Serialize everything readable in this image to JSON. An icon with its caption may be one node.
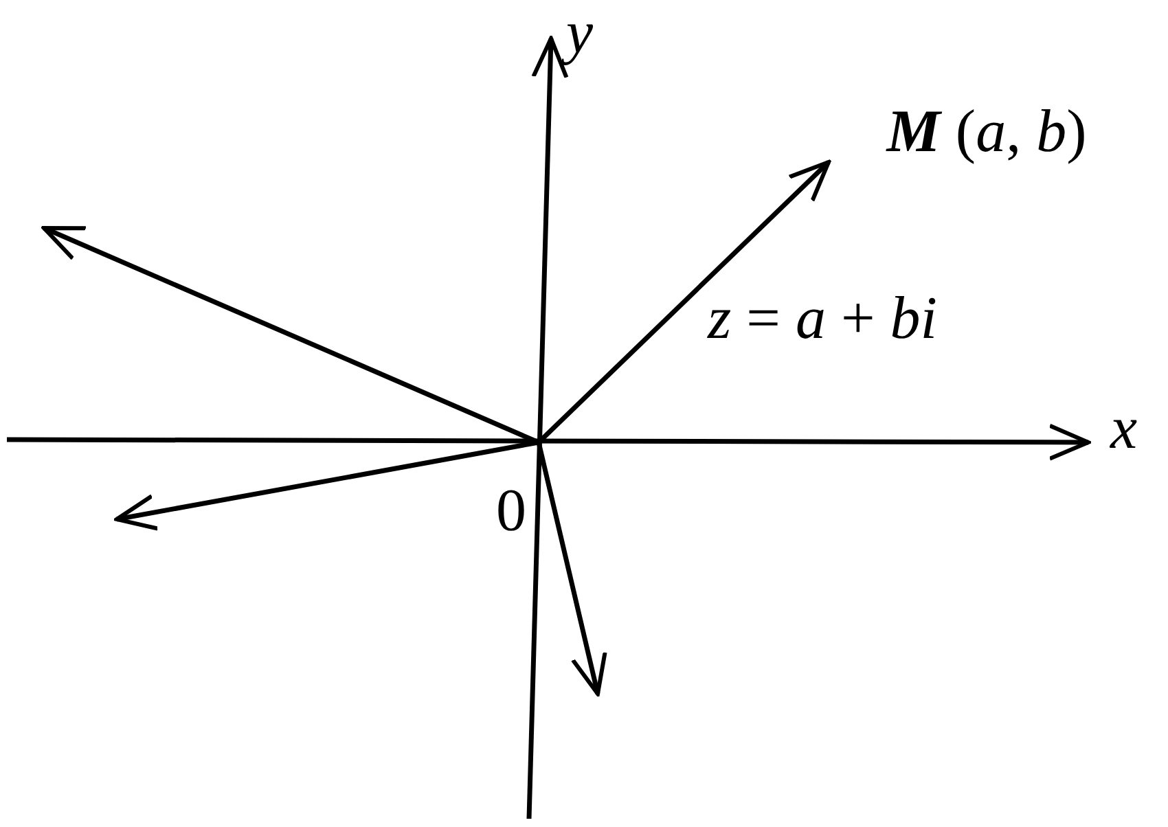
{
  "diagram": {
    "nodes": [
      {
        "text": [
          "0"
        ]
      },
      {
        "text": [
          "**M** (*a*, *b*)"
        ]
      }
    ],
    "edges": [
      {
        "from": 0,
        "to": 1,
        "arrow": "to",
        "label": "*z* = *a* + *bi*"
      },
      {
        "from": 0,
        "to": null,
        "arrow": "to"
      },
      {
        "from": 0,
        "to": null,
        "arrow": "to"
      },
      {
        "from": 0,
        "to": null,
        "arrow": "to"
      }
    ],
    "labels": [
      "y",
      "x"
    ]
  }
}
